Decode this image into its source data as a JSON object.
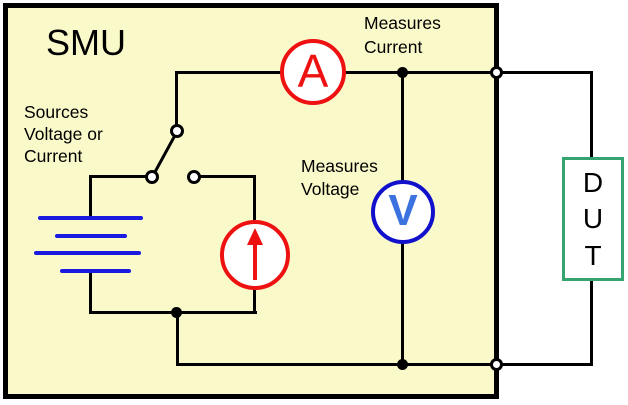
{
  "colors": {
    "smu_fill": "#FAF9C9",
    "wire": "#000000",
    "battery_blue": "#1A1AE0",
    "meter_red": "#EE1111",
    "voltmeter_stroke": "#1111CC",
    "voltmeter_letter": "#3B72E0",
    "dut_green": "#35A470"
  },
  "smu": {
    "title": "SMU",
    "source_label_lines": [
      "Sources",
      "Voltage or",
      "Current"
    ]
  },
  "ammeter": {
    "letter": "A",
    "label_lines": [
      "Measures",
      "Current"
    ]
  },
  "voltmeter": {
    "letter": "V",
    "label_lines": [
      "Measures",
      "Voltage"
    ]
  },
  "current_source": {
    "symbol": "up-arrow"
  },
  "dut": {
    "letters": [
      "D",
      "U",
      "T"
    ]
  }
}
